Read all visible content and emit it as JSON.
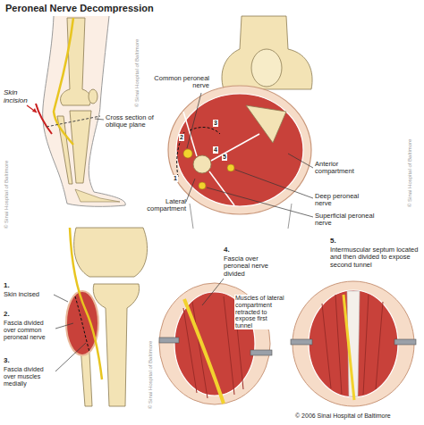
{
  "diagram": {
    "title": "Peroneal Nerve Decompression",
    "labels": [
      "Skin incision",
      "Cross section of oblique plane",
      "Common peroneal nerve",
      "1",
      "2",
      "3",
      "4",
      "5",
      "Anterior compartment",
      "Lateral compartment",
      "Deep peroneal nerve",
      "Superficial peroneal nerve",
      "1.",
      "Skin incised",
      "2.",
      "Fascia divided over common peroneal nerve",
      "3.",
      "Fascia divided over muscles medially",
      "4.",
      "Fascia over peroneal nerve divided",
      "Muscles of lateral compartment retracted to expose first tunnel",
      "5.",
      "Intermuscular septum located and then divided to expose second tunnel",
      "© Sinai Hospital of Baltimore",
      "© Sinai Hospital of Baltimore",
      "© Sinai Hospital of Baltimore",
      "© Sinai Hospital of Baltimore",
      "© 2006 Sinai Hospital of Baltimore"
    ]
  }
}
